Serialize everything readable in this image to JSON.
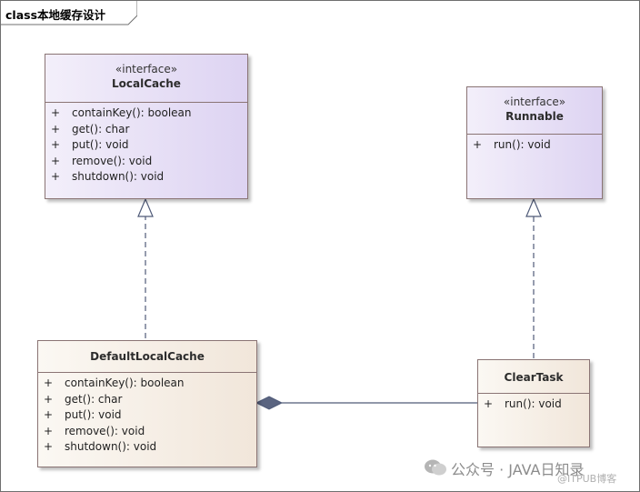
{
  "frame": {
    "title": "class本地缓存设计"
  },
  "classes": {
    "local_cache": {
      "stereotype": "«interface»",
      "name": "LocalCache",
      "operations": [
        {
          "vis": "+",
          "sig": "containKey(): boolean"
        },
        {
          "vis": "+",
          "sig": "get(): char"
        },
        {
          "vis": "+",
          "sig": "put(): void"
        },
        {
          "vis": "+",
          "sig": "remove(): void"
        },
        {
          "vis": "+",
          "sig": "shutdown(): void"
        }
      ]
    },
    "runnable": {
      "stereotype": "«interface»",
      "name": "Runnable",
      "operations": [
        {
          "vis": "+",
          "sig": "run(): void"
        }
      ]
    },
    "default_local_cache": {
      "name": "DefaultLocalCache",
      "operations": [
        {
          "vis": "+",
          "sig": "containKey(): boolean"
        },
        {
          "vis": "+",
          "sig": "get(): char"
        },
        {
          "vis": "+",
          "sig": "put(): void"
        },
        {
          "vis": "+",
          "sig": "remove(): void"
        },
        {
          "vis": "+",
          "sig": "shutdown(): void"
        }
      ]
    },
    "clear_task": {
      "name": "ClearTask",
      "operations": [
        {
          "vis": "+",
          "sig": "run(): void"
        }
      ]
    }
  },
  "relations": [
    {
      "type": "realization",
      "from": "DefaultLocalCache",
      "to": "LocalCache"
    },
    {
      "type": "realization",
      "from": "ClearTask",
      "to": "Runnable"
    },
    {
      "type": "composition",
      "whole": "DefaultLocalCache",
      "part": "ClearTask"
    }
  ],
  "watermark": {
    "text": "公众号 · JAVA日知录",
    "sub": "@ITPUB博客"
  },
  "colors": {
    "interface_fill": "#ddd3f2",
    "impl_fill": "#f1e6da",
    "border": "#8a7474",
    "connector": "#4f5a78"
  }
}
